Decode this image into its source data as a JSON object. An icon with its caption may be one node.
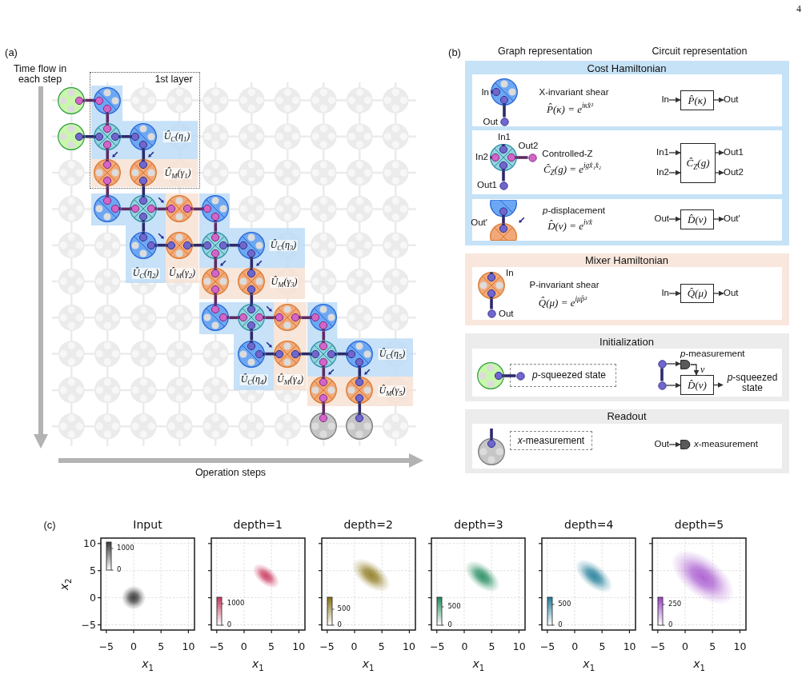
{
  "diagram": {
    "nodes": [
      {
        "text": [],
        "shape": "circle"
      },
      {
        "text": [],
        "shape": "circle"
      },
      {
        "text": [
          "1st layer"
        ]
      },
      {
        "text": [
          "Û$_{C}$(η$_{1}$)"
        ],
        "in": 2
      },
      {
        "text": [],
        "shape": "circle",
        "in": 3
      },
      {
        "text": [],
        "shape": "circle",
        "in": 3
      },
      {
        "text": [],
        "shape": "circle",
        "in": 3
      },
      {
        "text": [
          "Û$_{M}$(γ$_{1}$)"
        ],
        "in": 2
      },
      {
        "text": [],
        "shape": "circle",
        "in": 7
      },
      {
        "text": [],
        "shape": "circle",
        "in": 7
      },
      {
        "text": [
          "Û$_{C}$(η$_{2}$)"
        ]
      },
      {
        "text": [],
        "shape": "circle",
        "in": 10
      },
      {
        "text": [],
        "shape": "circle",
        "in": 10
      },
      {
        "text": [],
        "shape": "circle",
        "in": 10
      },
      {
        "text": [
          "Û$_{M}$(γ$_{2}$)"
        ]
      },
      {
        "text": [],
        "shape": "circle",
        "in": 14
      },
      {
        "text": [],
        "shape": "circle",
        "in": 14
      },
      {
        "text": [
          "Û$_{C}$(η$_{3}$)"
        ]
      },
      {
        "text": [],
        "shape": "circle",
        "in": 17
      },
      {
        "text": [],
        "shape": "circle",
        "in": 17
      },
      {
        "text": [],
        "shape": "circle",
        "in": 17
      },
      {
        "text": [
          "Û$_{M}$(γ$_{3}$)"
        ]
      },
      {
        "text": [],
        "shape": "circle",
        "in": 21
      },
      {
        "text": [],
        "shape": "circle",
        "in": 21
      },
      {
        "text": [
          "Û$_{C}$(η$_{4}$)"
        ]
      },
      {
        "text": [],
        "shape": "circle",
        "in": 24
      },
      {
        "text": [],
        "shape": "circle",
        "in": 24
      },
      {
        "text": [],
        "shape": "circle",
        "in": 24
      },
      {
        "text": [
          "Û$_{M}$(γ$_{4}$)"
        ]
      },
      {
        "text": [],
        "shape": "circle",
        "in": 28
      },
      {
        "text": [],
        "shape": "circle",
        "in": 28
      },
      {
        "text": [
          "Û$_{C}$(η$_{5}$)"
        ]
      },
      {
        "text": [],
        "shape": "circle",
        "in": 31
      },
      {
        "text": [],
        "shape": "circle",
        "in": 31
      },
      {
        "text": [],
        "shape": "circle",
        "in": 31
      },
      {
        "text": [
          "Û$_{M}$(γ$_{5}$)"
        ]
      },
      {
        "text": [],
        "shape": "circle",
        "in": 35
      },
      {
        "text": [],
        "shape": "circle",
        "in": 35
      },
      {
        "text": [],
        "shape": "circle"
      },
      {
        "text": [],
        "shape": "circle"
      },
      {
        "text": [
          "Cost Hamiltonian"
        ]
      },
      {
        "text": [
          "X-invariant shear",
          "P̂(κ) = e$^{iκx̂²}$"
        ],
        "in": 40
      },
      {
        "text": [],
        "shape": "circle",
        "beside": [
          "In"
        ],
        "in": 41
      },
      {
        "text": [],
        "shape": "circle",
        "beside": [
          "Out"
        ],
        "in": 41
      },
      {
        "text": [
          "In"
        ],
        "in": 41
      },
      {
        "text": [
          "P̂(κ)"
        ],
        "in": 41
      },
      {
        "text": [
          "Out"
        ],
        "in": 41
      },
      {
        "text": [
          "Controlled-Z",
          "Ĉ$_{Z}$(g) = e$^{igx̂₁x̂₂}$"
        ],
        "in": 40
      },
      {
        "text": [],
        "shape": "circle",
        "beside": [
          "In1",
          "In2"
        ],
        "in": 47
      },
      {
        "text": [],
        "shape": "circle",
        "beside": [
          "Out2"
        ],
        "in": 47
      },
      {
        "text": [],
        "shape": "circle",
        "beside": [
          "Out1"
        ],
        "in": 47
      },
      {
        "text": [
          "In1"
        ],
        "in": 47
      },
      {
        "text": [
          "In2"
        ],
        "in": 47
      },
      {
        "text": [
          "Ĉ$_{Z}$(g)"
        ],
        "in": 47
      },
      {
        "text": [
          "Out1"
        ],
        "in": 47
      },
      {
        "text": [
          "Out2"
        ],
        "in": 47
      },
      {
        "text": [
          "*p*-displacement",
          "D̂(ν) = e$^{iνx̂}$"
        ],
        "in": 40
      },
      {
        "text": [],
        "shape": "circle",
        "in": 56
      },
      {
        "text": [],
        "shape": "circle",
        "beside": [
          "Out'"
        ],
        "in": 56
      },
      {
        "text": [
          "Out"
        ],
        "in": 56
      },
      {
        "text": [
          "D̂(ν)"
        ],
        "in": 56
      },
      {
        "text": [
          "Out'"
        ],
        "in": 56
      },
      {
        "text": [
          "Mixer Hamiltonian"
        ]
      },
      {
        "text": [
          "P-invariant shear",
          "Q̂(μ) = e$^{iμp̂²}$"
        ],
        "in": 62
      },
      {
        "text": [],
        "shape": "circle",
        "beside": [
          "In"
        ],
        "in": 63
      },
      {
        "text": [],
        "shape": "circle",
        "beside": [
          "Out"
        ],
        "in": 63
      },
      {
        "text": [
          "In"
        ],
        "in": 63
      },
      {
        "text": [
          "Q̂(μ)"
        ],
        "in": 63
      },
      {
        "text": [
          "Out"
        ],
        "in": 63
      },
      {
        "text": [
          "Initialization"
        ]
      },
      {
        "text": [],
        "shape": "box",
        "in": 69
      },
      {
        "text": [],
        "shape": "circle",
        "in": 70
      },
      {
        "text": [
          "*p*-squeezed state"
        ],
        "in": 70
      },
      {
        "text": [],
        "shape": "circle",
        "in": 72
      },
      {
        "text": [],
        "shape": "circle",
        "in": 70
      },
      {
        "text": [],
        "shape": "circle",
        "in": 70
      },
      {
        "text": [],
        "shape": "detector",
        "beside": [
          "*p*-measurement"
        ],
        "in": 70
      },
      {
        "text": [
          "D̂(ν)"
        ],
        "in": 70
      },
      {
        "text": [
          "*p*-squeezed state"
        ],
        "in": 70
      },
      {
        "text": [
          "Readout"
        ]
      },
      {
        "text": [],
        "shape": "box",
        "in": 79
      },
      {
        "text": [
          "*x*-measurement"
        ],
        "in": 80
      },
      {
        "text": [],
        "shape": "circle",
        "in": 80
      },
      {
        "text": [
          "Out"
        ],
        "in": 80
      },
      {
        "text": [],
        "shape": "detector",
        "beside": [
          "*x*-measurement"
        ],
        "in": 80
      },
      {
        "text": [],
        "shape": "arrow",
        "in": 3
      },
      {
        "text": [],
        "shape": "arrow",
        "in": 3
      },
      {
        "text": [],
        "shape": "arrow",
        "in": 10
      },
      {
        "text": [],
        "shape": "arrow",
        "in": 10
      },
      {
        "text": [],
        "shape": "arrow",
        "in": 17
      },
      {
        "text": [],
        "shape": "arrow",
        "in": 17
      },
      {
        "text": [],
        "shape": "arrow",
        "in": 24
      },
      {
        "text": [],
        "shape": "arrow",
        "in": 24
      },
      {
        "text": [],
        "shape": "arrow",
        "in": 31
      },
      {
        "text": [],
        "shape": "arrow",
        "in": 31
      },
      {
        "text": [],
        "shape": "arrow",
        "in": 56
      }
    ],
    "edges": [
      {
        "from": 0,
        "to": 4,
        "arrow": "none",
        "color": "#5e2a63"
      },
      {
        "from": 4,
        "to": 5,
        "arrow": "none",
        "color": "#5e2a63"
      },
      {
        "from": 1,
        "to": 5,
        "arrow": "none"
      },
      {
        "from": 5,
        "to": 6,
        "arrow": "none"
      },
      {
        "from": 5,
        "to": 8,
        "arrow": "none",
        "color": "#5e2a63"
      },
      {
        "from": 6,
        "to": 9,
        "arrow": "none"
      },
      {
        "from": 8,
        "to": 11,
        "arrow": "none",
        "color": "#5e2a63"
      },
      {
        "from": 9,
        "to": 12,
        "arrow": "none"
      },
      {
        "from": 11,
        "to": 12,
        "arrow": "none",
        "color": "#5e2a63"
      },
      {
        "from": 12,
        "to": 15,
        "arrow": "none",
        "color": "#5e2a63"
      },
      {
        "from": 15,
        "to": 18,
        "arrow": "none",
        "color": "#5e2a63"
      },
      {
        "from": 12,
        "to": 13,
        "arrow": "none"
      },
      {
        "from": 18,
        "to": 19,
        "arrow": "none",
        "color": "#5e2a63"
      },
      {
        "from": 13,
        "to": 16,
        "arrow": "none"
      },
      {
        "from": 16,
        "to": 19,
        "arrow": "none"
      },
      {
        "from": 19,
        "to": 20,
        "arrow": "none"
      },
      {
        "from": 19,
        "to": 22,
        "arrow": "none",
        "color": "#5e2a63"
      },
      {
        "from": 20,
        "to": 23,
        "arrow": "none"
      },
      {
        "from": 22,
        "to": 25,
        "arrow": "none",
        "color": "#5e2a63"
      },
      {
        "from": 23,
        "to": 26,
        "arrow": "none"
      },
      {
        "from": 25,
        "to": 26,
        "arrow": "none",
        "color": "#5e2a63"
      },
      {
        "from": 26,
        "to": 29,
        "arrow": "none",
        "color": "#5e2a63"
      },
      {
        "from": 29,
        "to": 32,
        "arrow": "none",
        "color": "#5e2a63"
      },
      {
        "from": 26,
        "to": 27,
        "arrow": "none"
      },
      {
        "from": 32,
        "to": 33,
        "arrow": "none",
        "color": "#5e2a63"
      },
      {
        "from": 27,
        "to": 30,
        "arrow": "none"
      },
      {
        "from": 30,
        "to": 33,
        "arrow": "none"
      },
      {
        "from": 33,
        "to": 34,
        "arrow": "none"
      },
      {
        "from": 33,
        "to": 36,
        "arrow": "none",
        "color": "#5e2a63"
      },
      {
        "from": 34,
        "to": 37,
        "arrow": "none"
      },
      {
        "from": 36,
        "to": 38,
        "arrow": "none",
        "color": "#5e2a63"
      },
      {
        "from": 37,
        "to": 39,
        "arrow": "none"
      },
      {
        "from": 42,
        "to": 43,
        "arrow": "none"
      },
      {
        "from": 44,
        "to": 45,
        "arrow": "to",
        "color": "#333333"
      },
      {
        "from": 45,
        "to": 46,
        "arrow": "to",
        "color": "#333333"
      },
      {
        "from": 48,
        "to": 49,
        "arrow": "none",
        "color": "#5e2a63"
      },
      {
        "from": 48,
        "to": 50,
        "arrow": "none"
      },
      {
        "from": 51,
        "to": 53,
        "arrow": "to",
        "color": "#333333"
      },
      {
        "from": 52,
        "to": 53,
        "arrow": "to",
        "color": "#333333"
      },
      {
        "from": 53,
        "to": 54,
        "arrow": "to",
        "color": "#333333"
      },
      {
        "from": 53,
        "to": 55,
        "arrow": "to",
        "color": "#333333"
      },
      {
        "from": 57,
        "to": 58,
        "arrow": "none"
      },
      {
        "from": 59,
        "to": 60,
        "arrow": "to",
        "color": "#333333"
      },
      {
        "from": 60,
        "to": 61,
        "arrow": "to",
        "color": "#333333"
      },
      {
        "from": 64,
        "to": 65,
        "arrow": "none"
      },
      {
        "from": 66,
        "to": 67,
        "arrow": "to",
        "color": "#333333"
      },
      {
        "from": 67,
        "to": 68,
        "arrow": "to",
        "color": "#333333"
      },
      {
        "from": 71,
        "to": 73,
        "arrow": "none"
      },
      {
        "from": 74,
        "to": 75,
        "arrow": "none"
      },
      {
        "from": 74,
        "to": 76,
        "arrow": "to",
        "color": "#333333"
      },
      {
        "from": 76,
        "to": 77,
        "arrow": "to",
        "label": "ν",
        "color": "#333333"
      },
      {
        "from": 75,
        "to": 77,
        "arrow": "to",
        "color": "#333333"
      },
      {
        "from": 77,
        "to": 78,
        "arrow": "to",
        "color": "#333333"
      },
      {
        "from": null,
        "to": 82,
        "arrow": "none"
      },
      {
        "from": 83,
        "to": 84,
        "arrow": "to",
        "color": "#333333"
      }
    ],
    "labels": [
      "4",
      "(a)",
      "Time flow in each step",
      "Operation steps",
      "(b)",
      "Graph representation",
      "Circuit representation",
      "(c)",
      "Input",
      "10",
      "5",
      "0",
      "−5",
      "*x*$_{2}$",
      "1000",
      "0",
      "−5",
      "0",
      "5",
      "10",
      "*x*$_{1}$",
      "depth=1",
      "1000",
      "0",
      "−5",
      "0",
      "5",
      "10",
      "*x*$_{1}$",
      "depth=2",
      "500",
      "0",
      "−5",
      "0",
      "5",
      "10",
      "*x*$_{1}$",
      "depth=3",
      "500",
      "0",
      "−5",
      "0",
      "5",
      "10",
      "*x*$_{1}$",
      "depth=4",
      "500",
      "0",
      "−5",
      "0",
      "5",
      "10",
      "*x*$_{1}$",
      "depth=5",
      "250",
      "0",
      "−5",
      "0",
      "5",
      "10",
      "*x*$_{1}$"
    ]
  }
}
